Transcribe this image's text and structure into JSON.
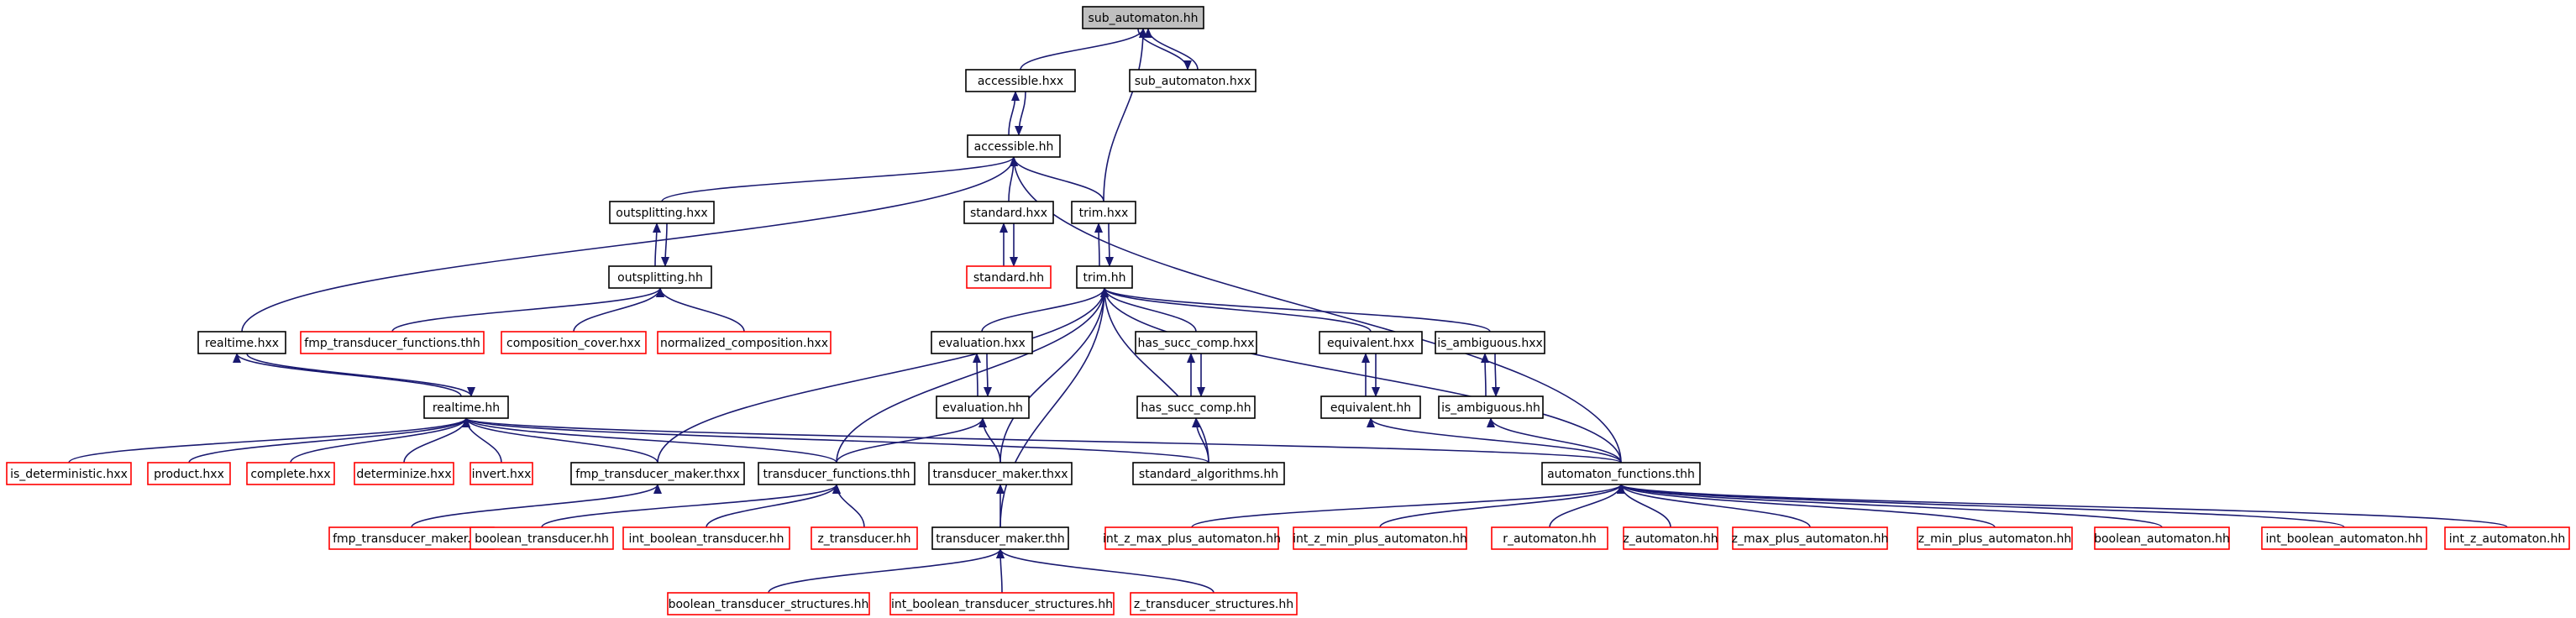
{
  "colors": {
    "edge": "#191970",
    "documented_border": "#000000",
    "undocumented_border": "#ff0000",
    "focus_fill": "#bfbfbf"
  },
  "nodes": [
    {
      "id": "sub_automaton_hh",
      "label": "sub_automaton.hh",
      "style": "focus"
    },
    {
      "id": "accessible_hxx",
      "label": "accessible.hxx",
      "style": "doc"
    },
    {
      "id": "sub_automaton_hxx",
      "label": "sub_automaton.hxx",
      "style": "doc"
    },
    {
      "id": "accessible_hh",
      "label": "accessible.hh",
      "style": "doc"
    },
    {
      "id": "outsplitting_hxx",
      "label": "outsplitting.hxx",
      "style": "doc"
    },
    {
      "id": "standard_hxx",
      "label": "standard.hxx",
      "style": "doc"
    },
    {
      "id": "trim_hxx",
      "label": "trim.hxx",
      "style": "doc"
    },
    {
      "id": "outsplitting_hh",
      "label": "outsplitting.hh",
      "style": "doc"
    },
    {
      "id": "standard_hh",
      "label": "standard.hh",
      "style": "red"
    },
    {
      "id": "trim_hh",
      "label": "trim.hh",
      "style": "doc"
    },
    {
      "id": "realtime_hxx",
      "label": "realtime.hxx",
      "style": "doc"
    },
    {
      "id": "fmp_transducer_functions_thh",
      "label": "fmp_transducer_functions.thh",
      "style": "red"
    },
    {
      "id": "composition_cover_hxx",
      "label": "composition_cover.hxx",
      "style": "red"
    },
    {
      "id": "normalized_composition_hxx",
      "label": "normalized_composition.hxx",
      "style": "red"
    },
    {
      "id": "evaluation_hxx",
      "label": "evaluation.hxx",
      "style": "doc"
    },
    {
      "id": "has_succ_comp_hxx",
      "label": "has_succ_comp.hxx",
      "style": "doc"
    },
    {
      "id": "equivalent_hxx",
      "label": "equivalent.hxx",
      "style": "doc"
    },
    {
      "id": "is_ambiguous_hxx",
      "label": "is_ambiguous.hxx",
      "style": "doc"
    },
    {
      "id": "realtime_hh",
      "label": "realtime.hh",
      "style": "doc"
    },
    {
      "id": "evaluation_hh",
      "label": "evaluation.hh",
      "style": "doc"
    },
    {
      "id": "has_succ_comp_hh",
      "label": "has_succ_comp.hh",
      "style": "doc"
    },
    {
      "id": "equivalent_hh",
      "label": "equivalent.hh",
      "style": "doc"
    },
    {
      "id": "is_ambiguous_hh",
      "label": "is_ambiguous.hh",
      "style": "doc"
    },
    {
      "id": "is_deterministic_hxx",
      "label": "is_deterministic.hxx",
      "style": "red"
    },
    {
      "id": "product_hxx",
      "label": "product.hxx",
      "style": "red"
    },
    {
      "id": "complete_hxx",
      "label": "complete.hxx",
      "style": "red"
    },
    {
      "id": "determinize_hxx",
      "label": "determinize.hxx",
      "style": "red"
    },
    {
      "id": "invert_hxx",
      "label": "invert.hxx",
      "style": "red"
    },
    {
      "id": "fmp_transducer_maker_thxx",
      "label": "fmp_transducer_maker.thxx",
      "style": "doc"
    },
    {
      "id": "transducer_functions_thh",
      "label": "transducer_functions.thh",
      "style": "doc"
    },
    {
      "id": "transducer_maker_thxx",
      "label": "transducer_maker.thxx",
      "style": "doc"
    },
    {
      "id": "standard_algorithms_hh",
      "label": "standard_algorithms.hh",
      "style": "doc"
    },
    {
      "id": "automaton_functions_thh",
      "label": "automaton_functions.thh",
      "style": "doc"
    },
    {
      "id": "fmp_transducer_maker_thh",
      "label": "fmp_transducer_maker.thh",
      "style": "red"
    },
    {
      "id": "boolean_transducer_hh",
      "label": "boolean_transducer.hh",
      "style": "red"
    },
    {
      "id": "int_boolean_transducer_hh",
      "label": "int_boolean_transducer.hh",
      "style": "red"
    },
    {
      "id": "z_transducer_hh",
      "label": "z_transducer.hh",
      "style": "red"
    },
    {
      "id": "transducer_maker_thh",
      "label": "transducer_maker.thh",
      "style": "doc"
    },
    {
      "id": "int_z_max_plus_automaton_hh",
      "label": "int_z_max_plus_automaton.hh",
      "style": "red"
    },
    {
      "id": "int_z_min_plus_automaton_hh",
      "label": "int_z_min_plus_automaton.hh",
      "style": "red"
    },
    {
      "id": "r_automaton_hh",
      "label": "r_automaton.hh",
      "style": "red"
    },
    {
      "id": "z_automaton_hh",
      "label": "z_automaton.hh",
      "style": "red"
    },
    {
      "id": "z_max_plus_automaton_hh",
      "label": "z_max_plus_automaton.hh",
      "style": "red"
    },
    {
      "id": "z_min_plus_automaton_hh",
      "label": "z_min_plus_automaton.hh",
      "style": "red"
    },
    {
      "id": "boolean_automaton_hh",
      "label": "boolean_automaton.hh",
      "style": "red"
    },
    {
      "id": "int_boolean_automaton_hh",
      "label": "int_boolean_automaton.hh",
      "style": "red"
    },
    {
      "id": "int_z_automaton_hh",
      "label": "int_z_automaton.hh",
      "style": "red"
    },
    {
      "id": "boolean_transducer_structures_hh",
      "label": "boolean_transducer_structures.hh",
      "style": "red"
    },
    {
      "id": "int_boolean_transducer_structures_hh",
      "label": "int_boolean_transducer_structures.hh",
      "style": "red"
    },
    {
      "id": "z_transducer_structures_hh",
      "label": "z_transducer_structures.hh",
      "style": "red"
    }
  ],
  "edges": [
    {
      "from": "accessible_hxx",
      "to": "sub_automaton_hh"
    },
    {
      "from": "sub_automaton_hxx",
      "to": "sub_automaton_hh"
    },
    {
      "from": "sub_automaton_hh",
      "to": "sub_automaton_hxx"
    },
    {
      "from": "trim_hxx",
      "to": "sub_automaton_hh"
    },
    {
      "from": "accessible_hh",
      "to": "accessible_hxx"
    },
    {
      "from": "accessible_hxx",
      "to": "accessible_hh"
    },
    {
      "from": "outsplitting_hxx",
      "to": "accessible_hh"
    },
    {
      "from": "standard_hxx",
      "to": "accessible_hh"
    },
    {
      "from": "trim_hxx",
      "to": "accessible_hh"
    },
    {
      "from": "realtime_hxx",
      "to": "accessible_hh"
    },
    {
      "from": "automaton_functions_thh",
      "to": "accessible_hh"
    },
    {
      "from": "outsplitting_hh",
      "to": "outsplitting_hxx"
    },
    {
      "from": "outsplitting_hxx",
      "to": "outsplitting_hh"
    },
    {
      "from": "standard_hh",
      "to": "standard_hxx"
    },
    {
      "from": "standard_hxx",
      "to": "standard_hh"
    },
    {
      "from": "trim_hh",
      "to": "trim_hxx"
    },
    {
      "from": "trim_hxx",
      "to": "trim_hh"
    },
    {
      "from": "fmp_transducer_functions_thh",
      "to": "outsplitting_hh"
    },
    {
      "from": "composition_cover_hxx",
      "to": "outsplitting_hh"
    },
    {
      "from": "normalized_composition_hxx",
      "to": "outsplitting_hh"
    },
    {
      "from": "evaluation_hxx",
      "to": "trim_hh"
    },
    {
      "from": "has_succ_comp_hxx",
      "to": "trim_hh"
    },
    {
      "from": "equivalent_hxx",
      "to": "trim_hh"
    },
    {
      "from": "is_ambiguous_hxx",
      "to": "trim_hh"
    },
    {
      "from": "fmp_transducer_maker_thxx",
      "to": "trim_hh"
    },
    {
      "from": "transducer_functions_thh",
      "to": "trim_hh"
    },
    {
      "from": "transducer_maker_thxx",
      "to": "trim_hh"
    },
    {
      "from": "transducer_maker_thh",
      "to": "trim_hh"
    },
    {
      "from": "standard_algorithms_hh",
      "to": "trim_hh"
    },
    {
      "from": "automaton_functions_thh",
      "to": "trim_hh"
    },
    {
      "from": "realtime_hh",
      "to": "realtime_hxx"
    },
    {
      "from": "realtime_hxx",
      "to": "realtime_hh"
    },
    {
      "from": "evaluation_hh",
      "to": "evaluation_hxx"
    },
    {
      "from": "evaluation_hxx",
      "to": "evaluation_hh"
    },
    {
      "from": "has_succ_comp_hh",
      "to": "has_succ_comp_hxx"
    },
    {
      "from": "has_succ_comp_hxx",
      "to": "has_succ_comp_hh"
    },
    {
      "from": "equivalent_hh",
      "to": "equivalent_hxx"
    },
    {
      "from": "equivalent_hxx",
      "to": "equivalent_hh"
    },
    {
      "from": "is_ambiguous_hh",
      "to": "is_ambiguous_hxx"
    },
    {
      "from": "is_ambiguous_hxx",
      "to": "is_ambiguous_hh"
    },
    {
      "from": "is_deterministic_hxx",
      "to": "realtime_hh"
    },
    {
      "from": "product_hxx",
      "to": "realtime_hh"
    },
    {
      "from": "complete_hxx",
      "to": "realtime_hh"
    },
    {
      "from": "determinize_hxx",
      "to": "realtime_hh"
    },
    {
      "from": "invert_hxx",
      "to": "realtime_hh"
    },
    {
      "from": "fmp_transducer_maker_thxx",
      "to": "realtime_hh"
    },
    {
      "from": "transducer_functions_thh",
      "to": "realtime_hh"
    },
    {
      "from": "standard_algorithms_hh",
      "to": "realtime_hh"
    },
    {
      "from": "automaton_functions_thh",
      "to": "realtime_hh"
    },
    {
      "from": "transducer_functions_thh",
      "to": "evaluation_hh"
    },
    {
      "from": "transducer_maker_thxx",
      "to": "evaluation_hh"
    },
    {
      "from": "standard_algorithms_hh",
      "to": "has_succ_comp_hh"
    },
    {
      "from": "automaton_functions_thh",
      "to": "equivalent_hh"
    },
    {
      "from": "automaton_functions_thh",
      "to": "is_ambiguous_hh"
    },
    {
      "from": "fmp_transducer_maker_thh",
      "to": "fmp_transducer_maker_thxx"
    },
    {
      "from": "boolean_transducer_hh",
      "to": "transducer_functions_thh"
    },
    {
      "from": "int_boolean_transducer_hh",
      "to": "transducer_functions_thh"
    },
    {
      "from": "z_transducer_hh",
      "to": "transducer_functions_thh"
    },
    {
      "from": "transducer_maker_thh",
      "to": "transducer_maker_thxx"
    },
    {
      "from": "int_z_max_plus_automaton_hh",
      "to": "automaton_functions_thh"
    },
    {
      "from": "int_z_min_plus_automaton_hh",
      "to": "automaton_functions_thh"
    },
    {
      "from": "r_automaton_hh",
      "to": "automaton_functions_thh"
    },
    {
      "from": "z_automaton_hh",
      "to": "automaton_functions_thh"
    },
    {
      "from": "z_max_plus_automaton_hh",
      "to": "automaton_functions_thh"
    },
    {
      "from": "z_min_plus_automaton_hh",
      "to": "automaton_functions_thh"
    },
    {
      "from": "boolean_automaton_hh",
      "to": "automaton_functions_thh"
    },
    {
      "from": "int_boolean_automaton_hh",
      "to": "automaton_functions_thh"
    },
    {
      "from": "int_z_automaton_hh",
      "to": "automaton_functions_thh"
    },
    {
      "from": "boolean_transducer_structures_hh",
      "to": "transducer_maker_thh"
    },
    {
      "from": "int_boolean_transducer_structures_hh",
      "to": "transducer_maker_thh"
    },
    {
      "from": "z_transducer_structures_hh",
      "to": "transducer_maker_thh"
    }
  ]
}
